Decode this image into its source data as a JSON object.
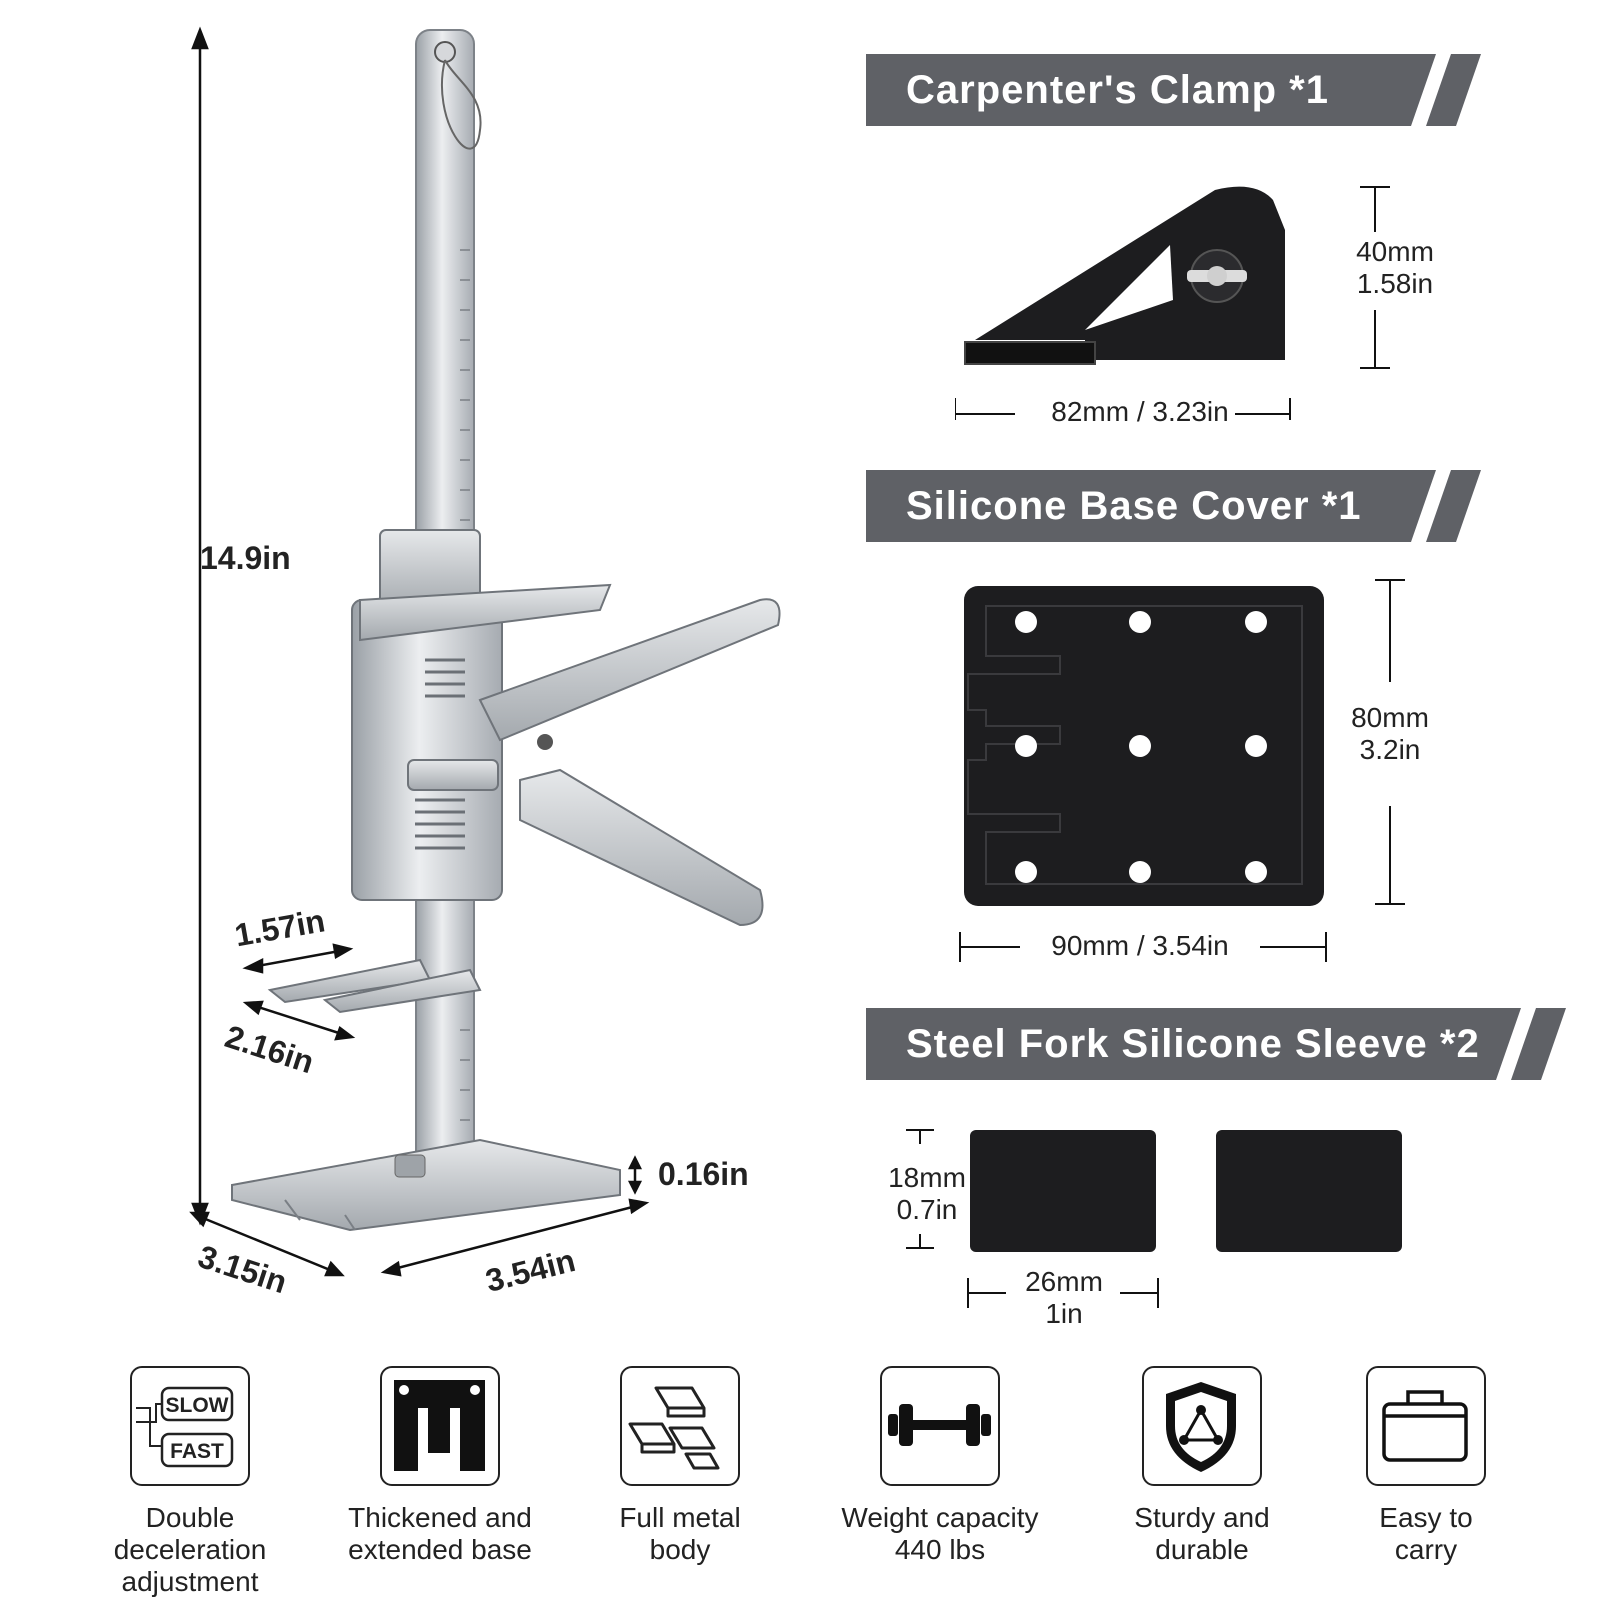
{
  "tool": {
    "height_label": "14.9in",
    "fork_length_label": "1.57in",
    "fork_span_label": "2.16in",
    "base_thickness_label": "0.16in",
    "base_depth_label": "3.15in",
    "base_width_label": "3.54in"
  },
  "sections": [
    {
      "title": "Carpenter's Clamp *1",
      "height_mm": "40mm",
      "height_in": "1.58in",
      "width_label": "82mm / 3.23in"
    },
    {
      "title": "Silicone Base Cover *1",
      "height_mm": "80mm",
      "height_in": "3.2in",
      "width_label": "90mm / 3.54in"
    },
    {
      "title": "Steel Fork Silicone Sleeve *2",
      "height_mm": "18mm",
      "height_in": "0.7in",
      "width_mm": "26mm",
      "width_in": "1in"
    }
  ],
  "features": [
    {
      "icon": "slow-fast-icon",
      "icon_text_1": "SLOW",
      "icon_text_2": "FAST",
      "line1": "Double",
      "line2": "deceleration",
      "line3": "adjustment"
    },
    {
      "icon": "base-icon",
      "line1": "Thickened and",
      "line2": "extended base"
    },
    {
      "icon": "metal-bars-icon",
      "line1": "Full metal",
      "line2": "body"
    },
    {
      "icon": "dumbbell-icon",
      "line1": "Weight capacity",
      "line2": "440 lbs"
    },
    {
      "icon": "shield-icon",
      "line1": "Sturdy and",
      "line2": "durable"
    },
    {
      "icon": "case-icon",
      "line1": "Easy to",
      "line2": "carry"
    }
  ],
  "colors": {
    "banner": "#5f6166",
    "product": "#1d1d1f",
    "metal": "#c9cdd2"
  }
}
